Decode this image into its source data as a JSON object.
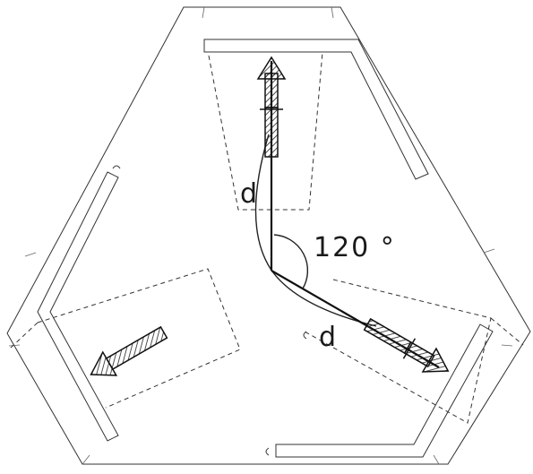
{
  "labels": {
    "distance_left": "d",
    "distance_right": "d",
    "angle": "120 °"
  }
}
